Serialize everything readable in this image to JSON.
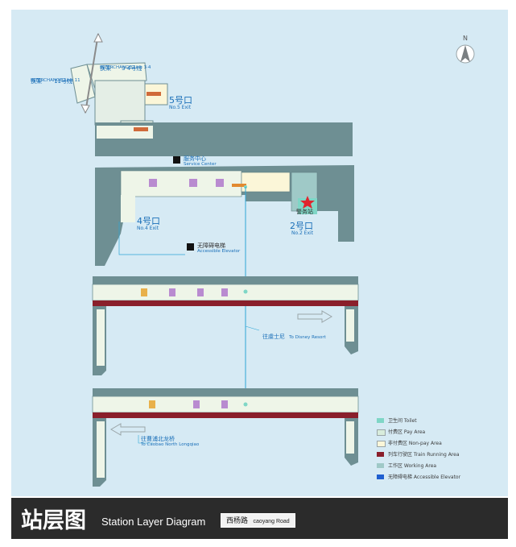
{
  "footer": {
    "title_cn": "站层图",
    "title_en": "Station Layer Diagram",
    "station_cn": "西杨路",
    "station_en": "caoyang Road"
  },
  "compass": {
    "label": "N"
  },
  "transfers": {
    "line11_cn": "换乘",
    "line11_num": "11号线",
    "line11_en": "INTERCHANGE Line 11",
    "line34_cn": "换乘",
    "line34_num": "3·4号线",
    "line34_en": "INTERCHANGE Line 3·4"
  },
  "exits": {
    "exit5_cn": "5号口",
    "exit5_en": "No.5 Exit",
    "exit4_cn": "4号口",
    "exit4_en": "No.4 Exit",
    "exit2_cn": "2号口",
    "exit2_en": "No.2 Exit"
  },
  "facilities": {
    "service_cn": "服务中心",
    "service_en": "Service Center",
    "elevator_cn": "无障碍电梯",
    "elevator_en": "Accessible Elevator",
    "police_cn": "警务站"
  },
  "directions": {
    "upper_cn": "往虞士尼",
    "upper_en": "To Disney Resort",
    "lower_cn": "往曹浦北龙桥",
    "lower_en": "To Caobao North Longqiao"
  },
  "legend": [
    {
      "label": "卫生间 Toilet",
      "color": "#7fd6c6"
    },
    {
      "label": "付费区 Pay Area",
      "color": "#d8ecdc"
    },
    {
      "label": "非付费区 Non-pay Area",
      "color": "#fbf6d8"
    },
    {
      "label": "列车行驶区 Train Running Area",
      "color": "#8a1f2b"
    },
    {
      "label": "工作区 Working Area",
      "color": "#9fc9c7"
    },
    {
      "label": "无障碍电梯 Accessible Elevator",
      "color": "#1f5fd0"
    }
  ],
  "colors": {
    "panel": "#d6eaf4",
    "structure": "#6e8f93",
    "concourse": "#eef5e8",
    "track": "#8a1f2b",
    "accent": "#1a6fb8",
    "star": "#e0252f"
  }
}
